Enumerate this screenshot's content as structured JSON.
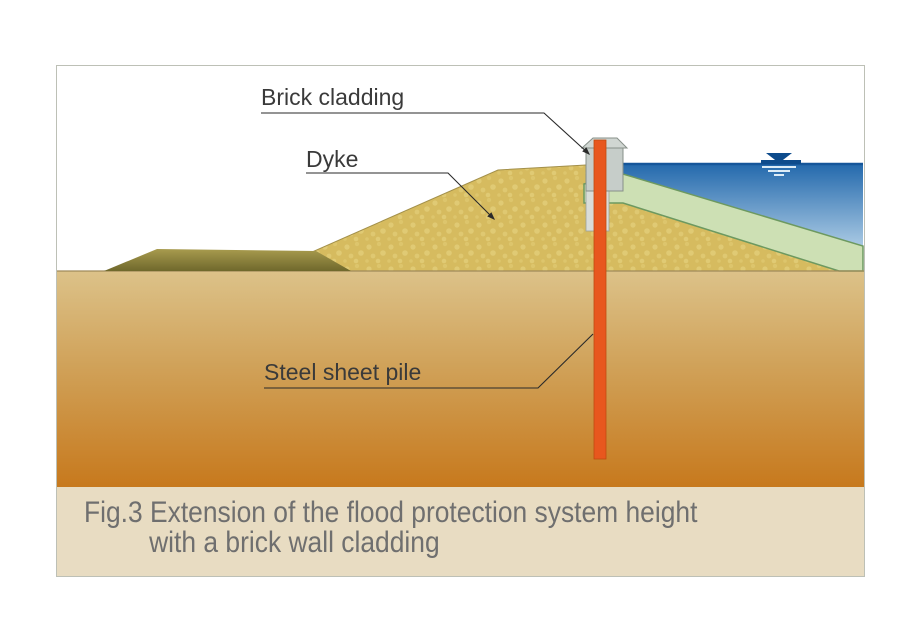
{
  "figure": {
    "labels": {
      "brick_cladding": "Brick cladding",
      "dyke": "Dyke",
      "steel_sheet_pile": "Steel sheet pile"
    },
    "caption": {
      "line1": "Fig.3 Extension of the flood protection system height",
      "line2": "with a brick wall cladding"
    },
    "colors": {
      "sand": "#d6bb5f",
      "sand_dots": "#e0ca74",
      "water_top": "#2268ac",
      "water_bottom": "#a9c9e3",
      "water_surface_line": "#15569a",
      "water_symbol": "#0d4b8c",
      "soil_top": "#dcc289",
      "soil_bottom": "#c7791d",
      "grass_fill": "#cde0b4",
      "grass_edge": "#6d9960",
      "berm_top": "#a89b4e",
      "berm_bottom": "#6f682c",
      "steel_pile": "#e8571e",
      "wall_body": "#c6cdc9",
      "wall_coping": "#d0d6d2",
      "caption_background": "#e8dcc2",
      "caption_text": "#6f6f6f",
      "label_text": "#3a3a3a"
    }
  }
}
